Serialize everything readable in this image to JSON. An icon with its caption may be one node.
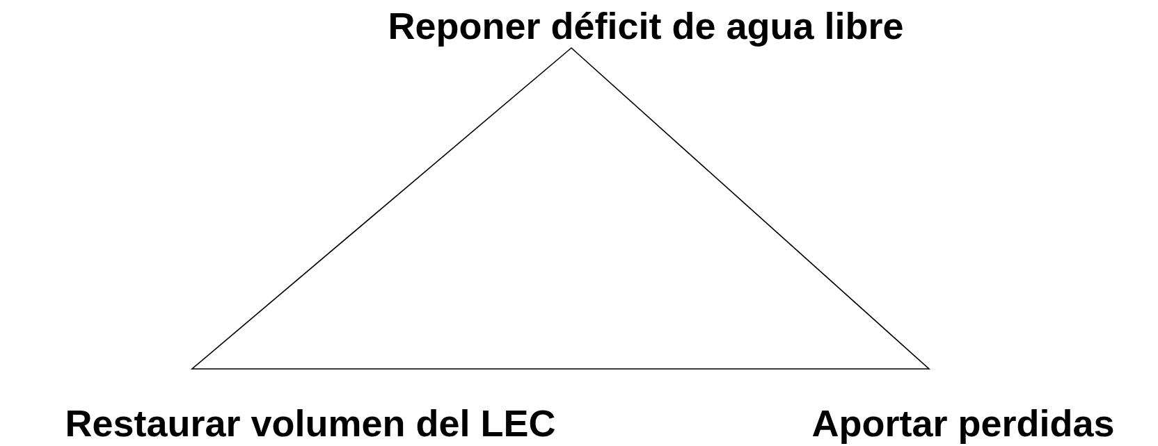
{
  "diagram": {
    "labels": [
      "Reponer déficit de agua libre",
      "Restaurar volumen del LEC",
      "Aportar perdidas"
    ]
  }
}
